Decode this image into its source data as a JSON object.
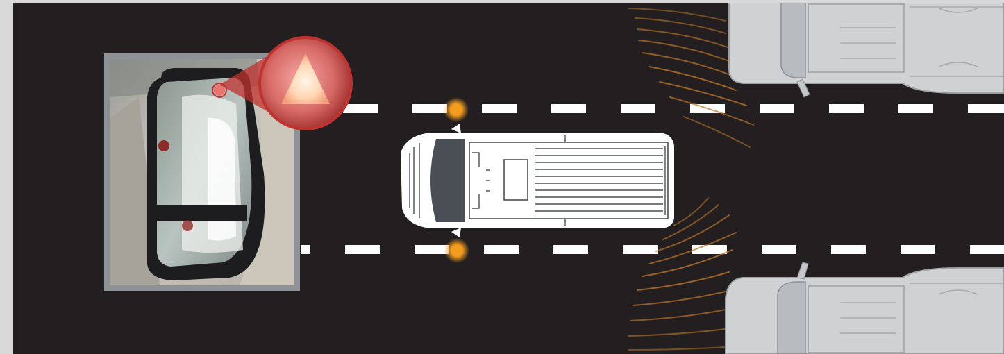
{
  "scene": {
    "background_color": "#d9d9d9",
    "road_color": "#231f20",
    "lane_marking_color": "#ffffff",
    "warning_color": "#e8322f",
    "indicator_color": "#f39c1e",
    "sensor_wave_color": "#b8742a",
    "vehicle_outline_color": "#ffffff",
    "adjacent_vehicle_color": "#cfd1d3"
  },
  "icons": {
    "ego_vehicle": "cargo-van-top-view",
    "adjacent_vehicles": "pickup-truck-top-view",
    "mirror_inset": "side-mirror-photo",
    "alert": "warning-triangle-icon",
    "sensor": "radar-wave-icon",
    "indicator": "turn-signal-light"
  }
}
